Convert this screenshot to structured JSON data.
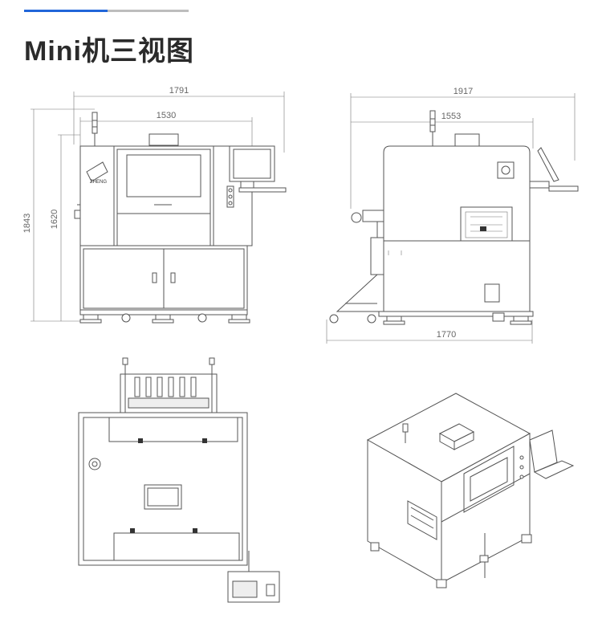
{
  "header": {
    "title": "Mini机三视图",
    "accent_color": "#2166d9",
    "rule_color": "#bdbdbd"
  },
  "front_view": {
    "overall_width": "1791",
    "body_width": "1530",
    "overall_height": "1843",
    "body_height": "1620"
  },
  "side_view": {
    "overall_width": "1917",
    "body_width": "1553",
    "base_length": "1770"
  },
  "line_color": "#555555"
}
